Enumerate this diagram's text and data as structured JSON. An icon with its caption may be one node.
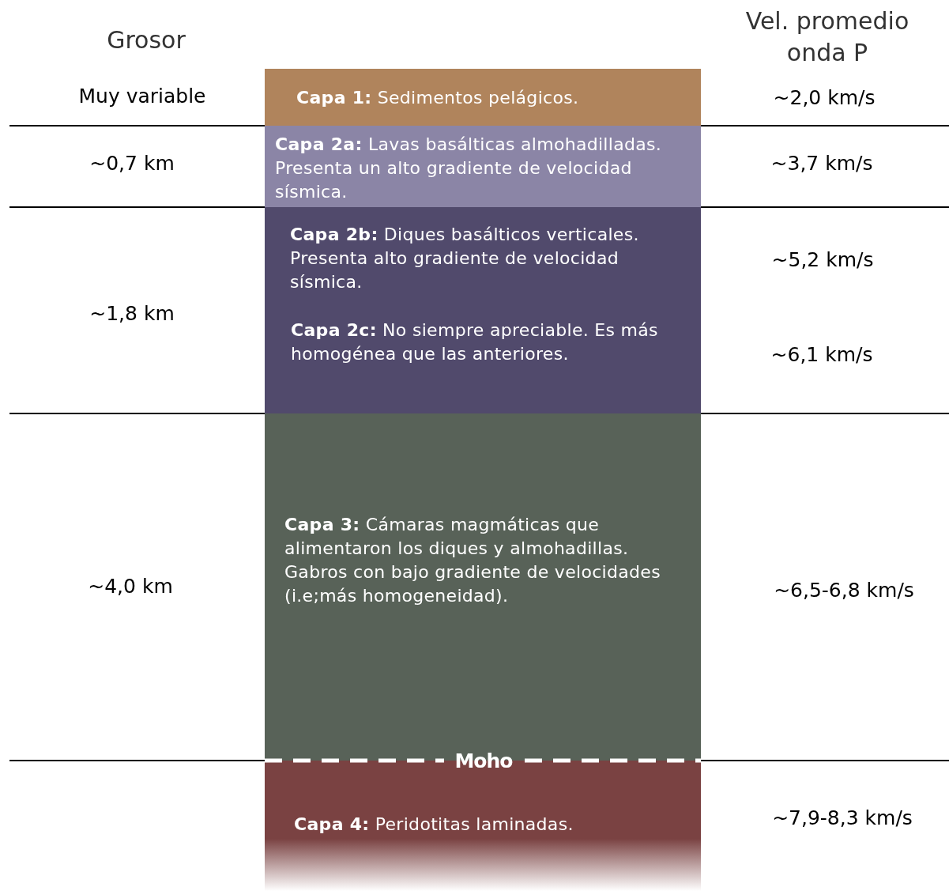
{
  "diagram": {
    "nodes": [
      {
        "text": [
          "**Capa 1:** Sedimentos pelágicos."
        ]
      },
      {
        "text": [
          "**Capa 2a:** Lavas basálticas almohadilladas. Presenta un alto gradiente de velocidad sísmica."
        ]
      },
      {
        "text": [
          "**Capa 2b:** Diques basálticos verticales. Presenta alto gradiente de velocidad sísmica.",
          "**Capa 2c:** No siempre apreciable. Es más homogénea que las anteriores."
        ]
      },
      {
        "text": [
          "**Capa 3:** Cámaras magmáticas que alimentaron los diques y almohadillas. Gabros con bajo gradiente de velocidades (i.e;más homogeneidad)."
        ]
      },
      {
        "text": [
          "**Capa 4:** Peridotitas laminadas."
        ]
      }
    ],
    "labels": [
      "Grosor",
      "Vel. promedio onda P",
      "Muy variable",
      "~2,0 km/s",
      "~0,7 km",
      "~3,7 km/s",
      "~5,2 km/s",
      "~1,8 km",
      "~6,1 km/s",
      "~4,0 km",
      "~6,5-6,8 km/s",
      "Moho",
      "~7,9-8,3 km/s"
    ]
  }
}
